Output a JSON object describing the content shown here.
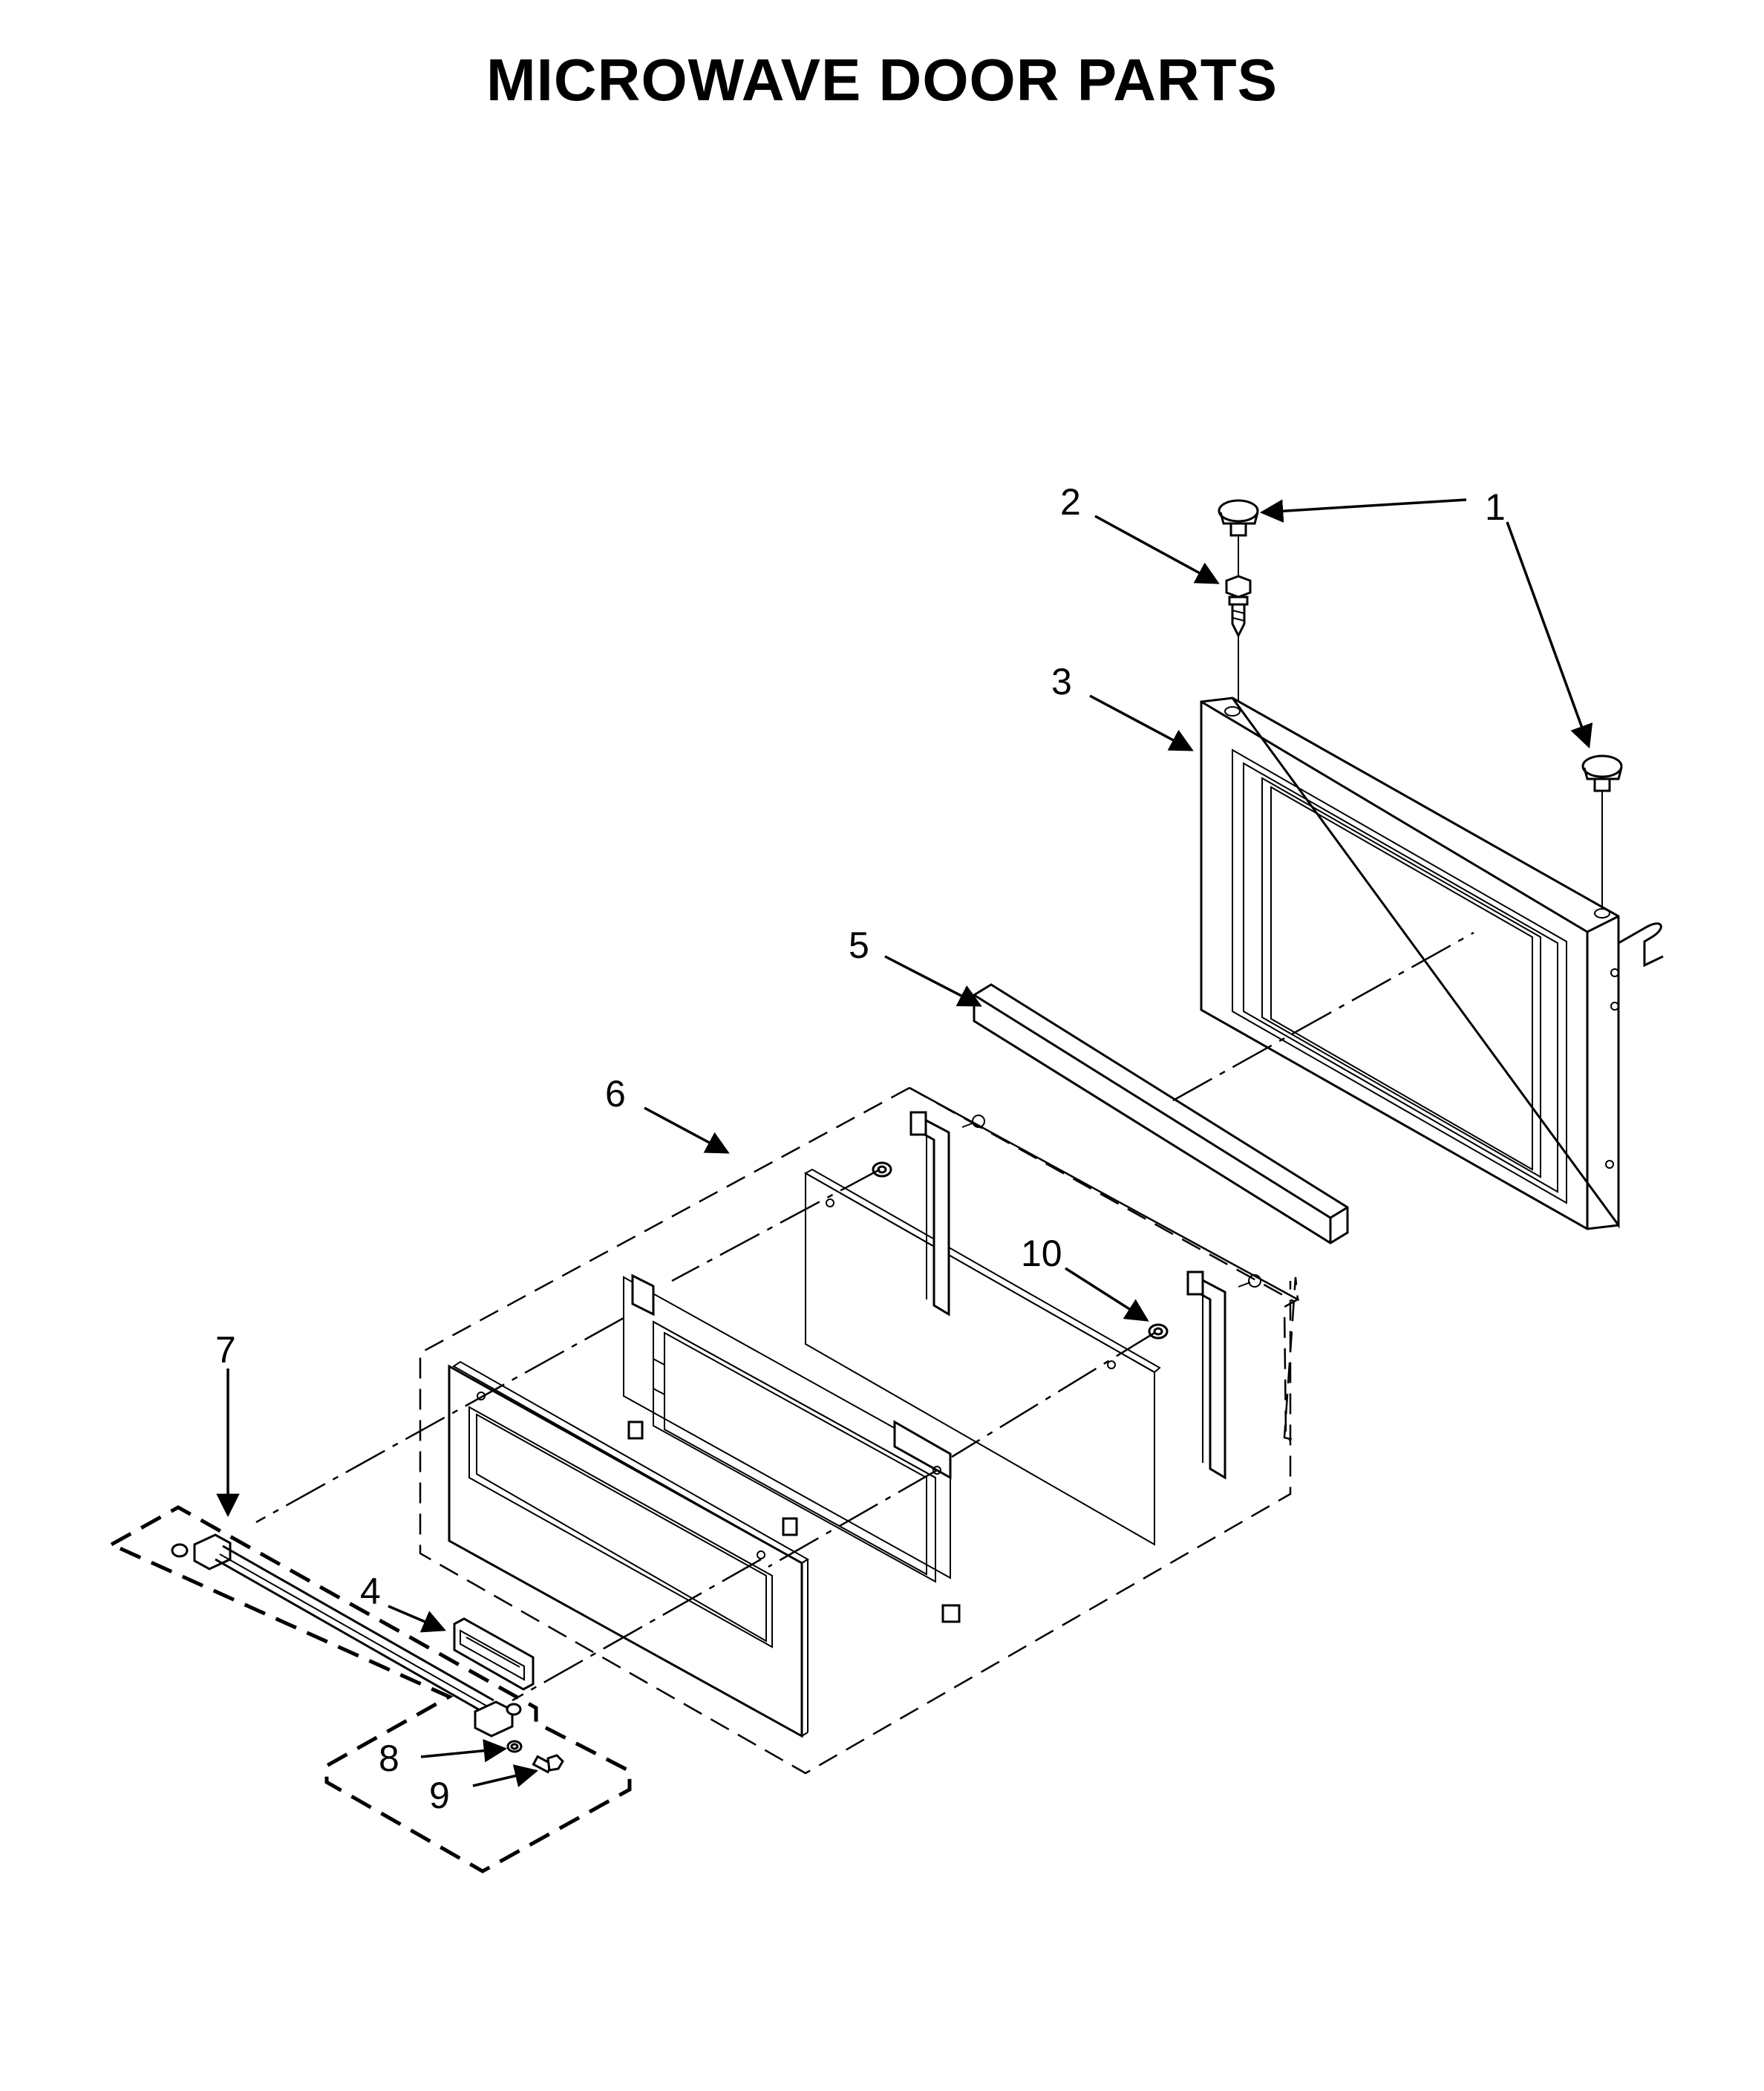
{
  "title": "MICROWAVE DOOR PARTS",
  "callouts": [
    {
      "id": "1",
      "label": "1"
    },
    {
      "id": "2",
      "label": "2"
    },
    {
      "id": "3",
      "label": "3"
    },
    {
      "id": "4",
      "label": "4"
    },
    {
      "id": "5",
      "label": "5"
    },
    {
      "id": "6",
      "label": "6"
    },
    {
      "id": "7",
      "label": "7"
    },
    {
      "id": "8",
      "label": "8"
    },
    {
      "id": "9",
      "label": "9"
    },
    {
      "id": "10",
      "label": "10"
    }
  ]
}
